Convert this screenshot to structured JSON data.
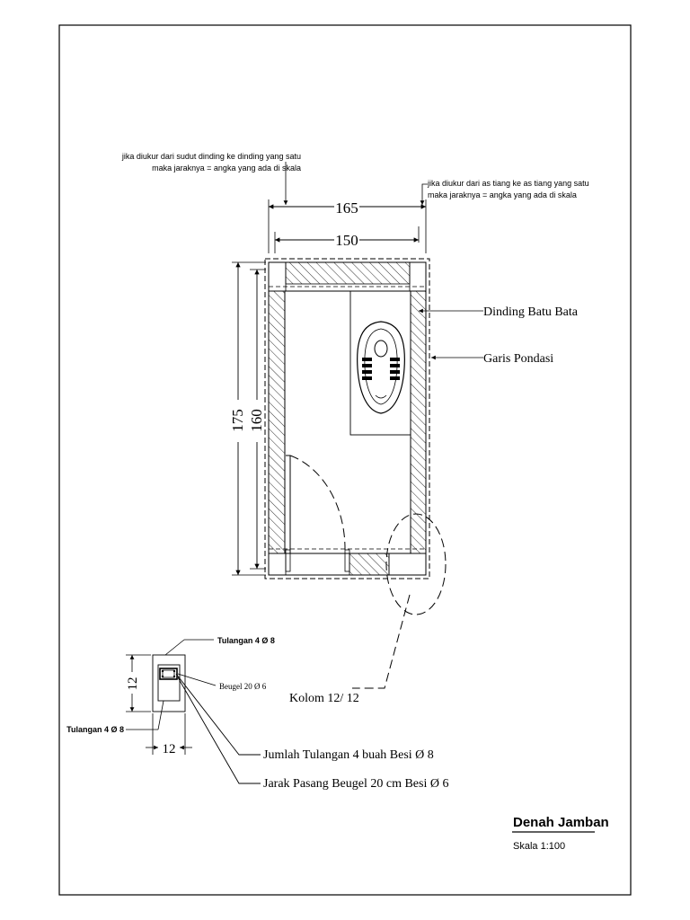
{
  "notes": {
    "wall_note_line1": "jika diukur dari sudut dinding ke dinding yang satu",
    "wall_note_line2": "maka jaraknya = angka yang ada di skala",
    "axis_note_line1": "jika diukur dari as tiang ke as tiang yang satu",
    "axis_note_line2": "maka jaraknya = angka yang ada di skala"
  },
  "dimensions": {
    "outer_width": "165",
    "inner_width": "150",
    "outer_height": "175",
    "inner_height": "160",
    "column_height": "12",
    "column_width": "12"
  },
  "labels": {
    "brick_wall": "Dinding Batu Bata",
    "foundation_line": "Garis Pondasi",
    "column": "Kolom 12/ 12",
    "rebar_top": "Tulangan 4 Ø 8",
    "rebar_left": "Tulangan 4 Ø 8",
    "stirrup": "Beugel 20 Ø 6",
    "rebar_count": "Jumlah Tulangan 4 buah Besi  Ø 8",
    "stirrup_spacing": "Jarak Pasang Beugel 20 cm Besi  Ø 6"
  },
  "title_block": {
    "title": "Denah Jamban",
    "scale": "Skala 1:100"
  }
}
